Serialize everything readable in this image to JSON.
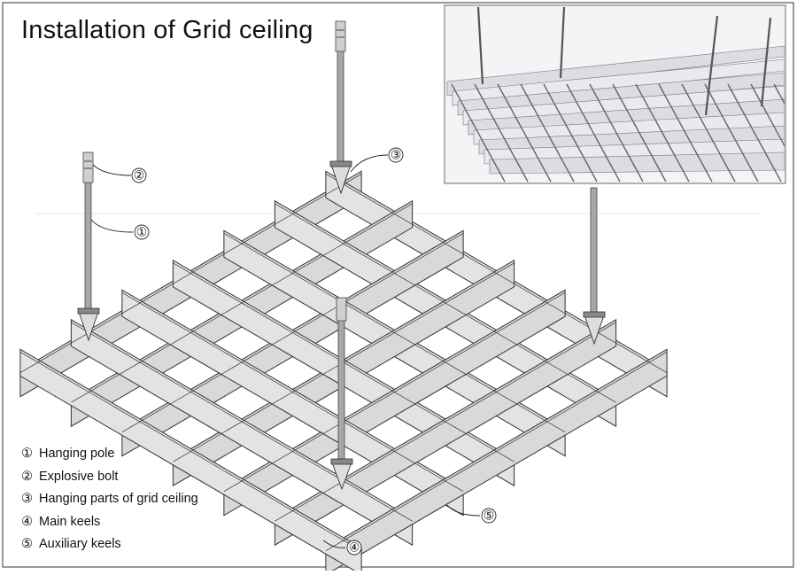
{
  "title": "Installation of Grid ceiling",
  "legend": [
    {
      "marker": "①",
      "label": "Hanging pole"
    },
    {
      "marker": "②",
      "label": "Explosive bolt"
    },
    {
      "marker": "③",
      "label": "Hanging parts of grid ceiling"
    },
    {
      "marker": "④",
      "label": "Main keels"
    },
    {
      "marker": "⑤",
      "label": "Auxiliary keels"
    }
  ],
  "callouts": {
    "c1": "①",
    "c2": "②",
    "c3": "③",
    "c4": "④",
    "c5": "⑤"
  },
  "colors": {
    "frame": "#555555",
    "panel": "#dcdcdc",
    "edge": "#333333",
    "pole": "#9a9a9a"
  }
}
